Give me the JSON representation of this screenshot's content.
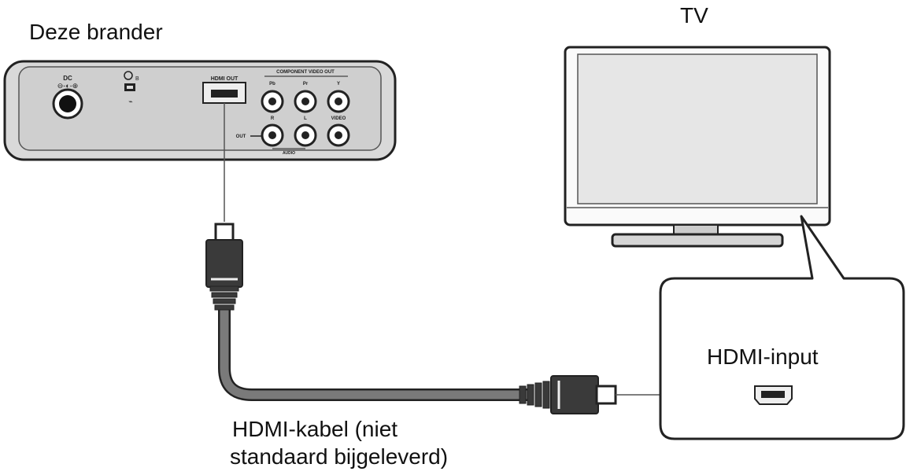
{
  "labels": {
    "device": "Deze brander",
    "tv": "TV",
    "hdmi_input": "HDMI-input",
    "cable_line1": "HDMI-kabel (niet",
    "cable_line2": "standaard bijgeleverd)"
  },
  "device_panel": {
    "dc": "DC",
    "hdmi_out": "HDMI OUT",
    "component_out": "COMPONENT VIDEO OUT",
    "pb": "Pb",
    "pr": "Pr",
    "y": "Y",
    "r": "R",
    "l": "L",
    "video": "VIDEO",
    "out": "OUT",
    "audio": "AUDIO"
  },
  "colors": {
    "device_body": "#d8d8d8",
    "outline": "#222222",
    "tv_screen": "#e6e6e6",
    "cable": "#777777",
    "connector": "#3a3a3a"
  }
}
